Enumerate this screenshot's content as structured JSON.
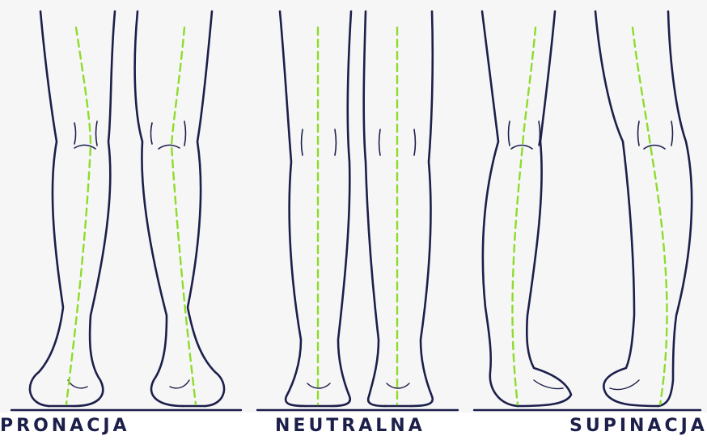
{
  "labels": {
    "pronation": "PRONACJA",
    "neutral": "NEUTRALNA",
    "supination": "SUPINACJA"
  },
  "colors": {
    "outline": "#1c1f4a",
    "axis": "#8edc2a",
    "background": "#f6f6f7"
  }
}
